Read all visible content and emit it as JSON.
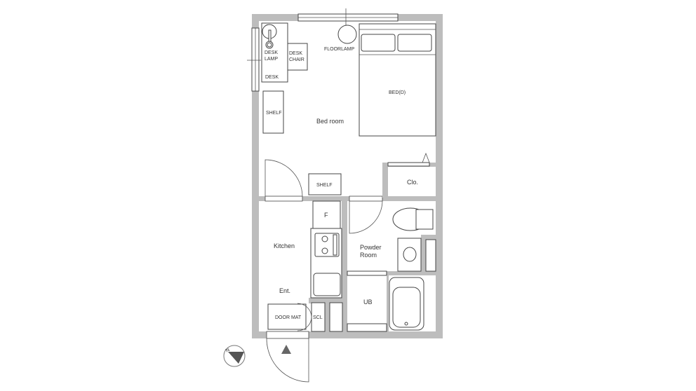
{
  "plan": {
    "rooms": {
      "bedroom": "Bed room",
      "kitchen": "Kitchen",
      "entrance": "Ent.",
      "powder_room_line1": "Powder",
      "powder_room_line2": "Room",
      "unit_bath": "UB",
      "closet": "Clo."
    },
    "furniture": {
      "desk_lamp_line1": "DESK",
      "desk_lamp_line2": "LAMP",
      "desk": "DESK",
      "desk_chair_line1": "DESK",
      "desk_chair_line2": "CHAIR",
      "floor_lamp": "FLOORLAMP",
      "bed": "BED(D)",
      "shelf_left": "SHELF",
      "shelf_bottom": "SHELF",
      "fridge": "F",
      "door_mat": "DOOR MAT",
      "shoe_cabinet": "SCL"
    },
    "compass_label": "N",
    "colors": {
      "wall": "#bdbdbd",
      "line": "#444444",
      "arrow": "#666666"
    }
  }
}
